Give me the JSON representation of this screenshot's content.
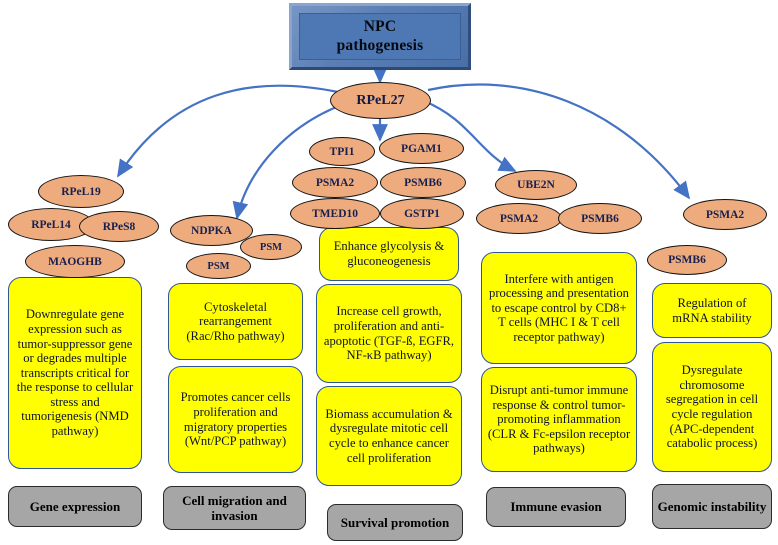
{
  "figure": {
    "title_box": "NPC\npathogenesis",
    "hub": "RPeL27",
    "colors": {
      "title_box_blue": "#4e78b4",
      "ellipse_fill": "#eeab7e",
      "outcome_fill": "#ffff00",
      "outcome_border": "#2f5597",
      "category_fill": "#a6a6a6",
      "arrow": "#4472c4",
      "text_navy": "#17204e"
    }
  },
  "branches": [
    {
      "id": "gene-expression",
      "category": "Gene expression",
      "proteins": [
        "RPeL19",
        "RPeL14",
        "RPeS8",
        "MAOGHB"
      ],
      "outcomes": [
        "Downregulate gene expression such as tumor-suppressor gene or degrades multiple transcripts critical for the response to cellular stress and tumorigenesis (NMD pathway)"
      ]
    },
    {
      "id": "cell-migration-and-invasion",
      "category": "Cell migration and invasion",
      "proteins": [
        "NDPKA",
        "PSM",
        "PSM"
      ],
      "outcomes": [
        "Cytoskeletal rearrangement (Rac/Rho pathway)",
        "Promotes cancer cells proliferation and migratory properties (Wnt/PCP pathway)"
      ]
    },
    {
      "id": "survival-promotion",
      "category": "Survival promotion",
      "proteins": [
        "TPI1",
        "PGAM1",
        "PSMA2",
        "PSMB6",
        "TMED10",
        "GSTP1"
      ],
      "outcomes": [
        "Enhance glycolysis & gluconeogenesis",
        "Increase cell growth, proliferation and anti-apoptotic (TGF-ß, EGFR, NF-κB pathway)",
        "Biomass accumulation & dysregulate mitotic cell cycle to enhance cancer cell proliferation"
      ]
    },
    {
      "id": "immune-evasion",
      "category": "Immune evasion",
      "proteins": [
        "UBE2N",
        "PSMA2",
        "PSMB6"
      ],
      "outcomes": [
        "Interfere with antigen processing and presentation to escape control by CD8+ T cells (MHC I & T cell receptor pathway)",
        "Disrupt anti-tumor immune response & control tumor-promoting inflammation (CLR & Fc-epsilon receptor pathways)"
      ]
    },
    {
      "id": "genomic-instability",
      "category": "Genomic instability",
      "proteins": [
        "PSMA2",
        "PSMB6"
      ],
      "outcomes": [
        "Regulation of mRNA stability",
        "Dysregulate chromosome segregation in cell cycle regulation (APC-dependent catabolic process)"
      ]
    }
  ]
}
